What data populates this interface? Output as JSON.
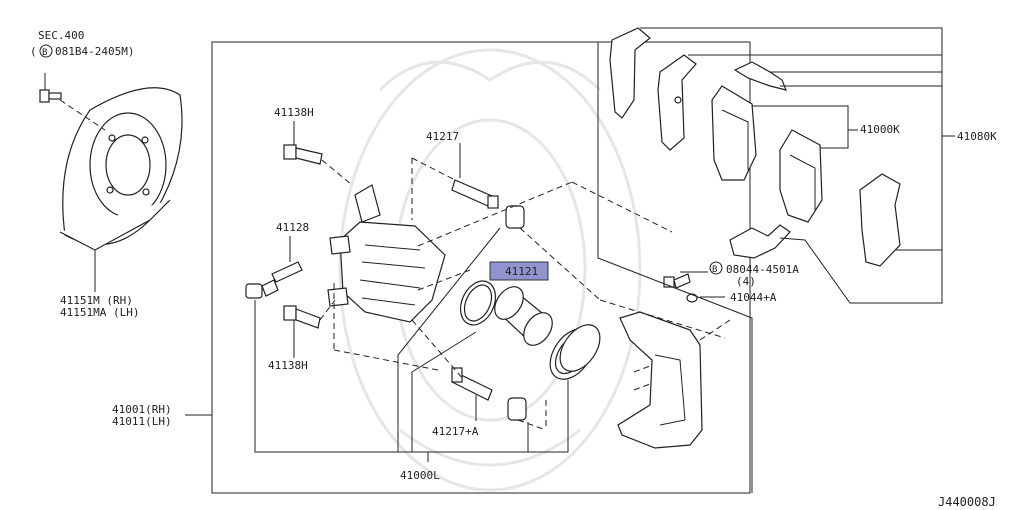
{
  "colors": {
    "line": "#222222",
    "highlight": "#8f94cf",
    "watermark": "#e6e6e6"
  },
  "labels": {
    "sec400": "SEC.400",
    "bolt_ref_prefix": "(",
    "bolt_ref_b": "B",
    "bolt_ref": "081B4-2405M)",
    "p41138h_top": "41138H",
    "p41217": "41217",
    "p41128": "41128",
    "p41121": "41121",
    "p41138h_bottom": "41138H",
    "p41151m": "41151M  (RH)",
    "p41151ma": "41151MA (LH)",
    "p41001": "41001(RH)",
    "p41011": "41011(LH)",
    "p41217a": "41217+A",
    "p41000l": "41000L",
    "p41000k": "41000K",
    "p41080k": "41080K",
    "bolt08044_b": "B",
    "bolt08044": "08044-4501A",
    "bolt08044_qty": "(4)",
    "p41044a": "41044+A",
    "code": "J440008J"
  }
}
